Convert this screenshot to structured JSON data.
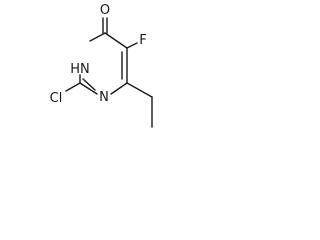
{
  "molecule": {
    "atoms": {
      "o": "O",
      "f": "F",
      "nh": "HN",
      "n": "N",
      "cl": "Cl"
    }
  }
}
